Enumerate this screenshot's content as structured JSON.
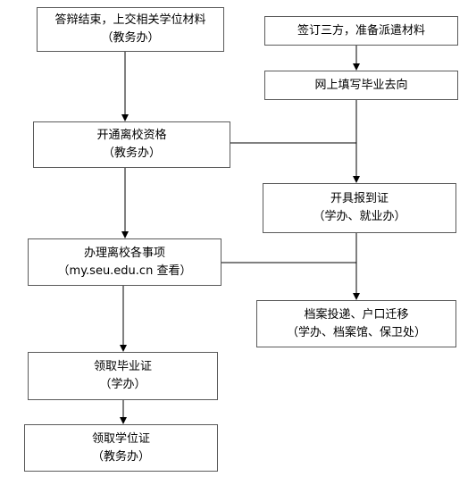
{
  "nodes": {
    "defense": {
      "line1": "答辩结束，上交相关学位材料",
      "line2": "（教务办）"
    },
    "sign": {
      "line1": "签订三方，准备派遣材料"
    },
    "online": {
      "line1": "网上填写毕业去向"
    },
    "open": {
      "line1": "开通离校资格",
      "line2": "（教务办）"
    },
    "report": {
      "line1": "开具报到证",
      "line2": "（学办、就业办）"
    },
    "leave": {
      "line1": "办理离校各事项",
      "line2": "（my.seu.edu.cn 查看）"
    },
    "archive": {
      "line1": "档案投递、户口迁移",
      "line2": "（学办、档案馆、保卫处）"
    },
    "grad_cert": {
      "line1": "领取毕业证",
      "line2": "（学办）"
    },
    "degree_cert": {
      "line1": "领取学位证",
      "line2": "（教务办）"
    }
  }
}
